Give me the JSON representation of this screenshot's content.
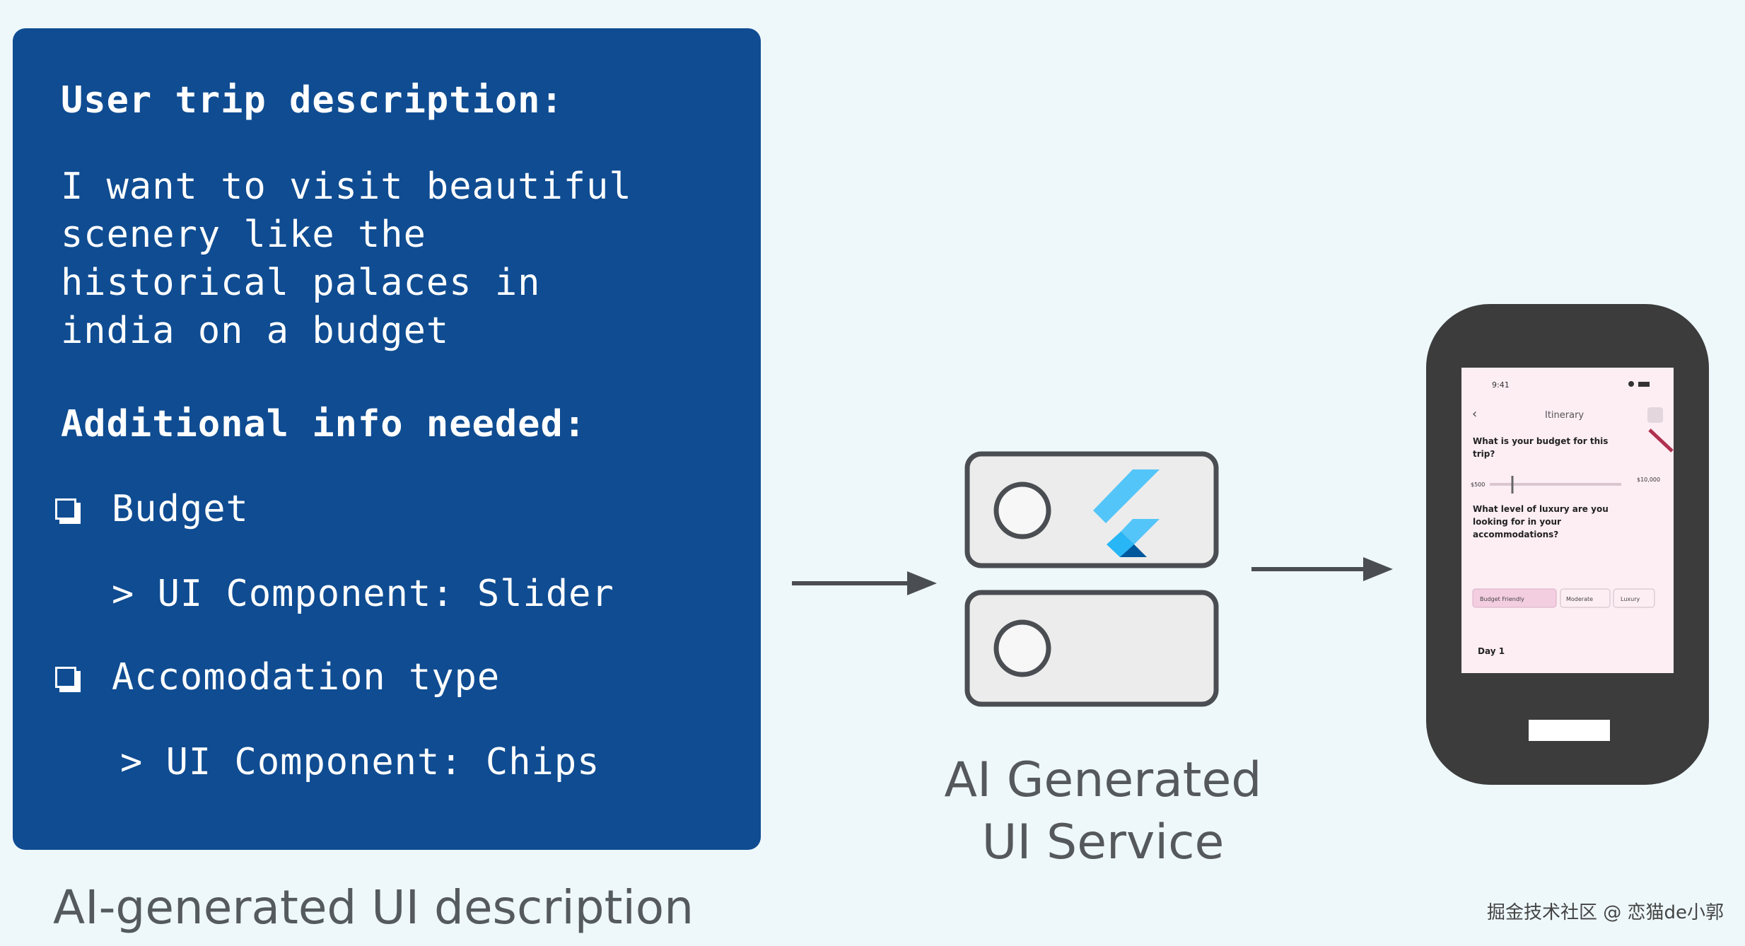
{
  "panel": {
    "heading1": "User trip description:",
    "description": "I want to visit beautiful\nscenery like the\nhistorical palaces in\nindia on a budget",
    "heading2": "Additional info needed:",
    "items": [
      {
        "label": "Budget",
        "component": "> UI Component: Slider"
      },
      {
        "label": "Accomodation type",
        "component": "> UI Component: Chips"
      }
    ]
  },
  "caption": "AI-generated UI description",
  "service": {
    "line1": "AI Generated",
    "line2": "UI Service"
  },
  "phone": {
    "time": "9:41",
    "title": "Itinerary",
    "q1": "What is your budget for this trip?",
    "slider_min": "$500",
    "slider_max": "$10,000",
    "q2": "What level of luxury are you looking for in your accommodations?",
    "chips": [
      "Budget Friendly",
      "Moderate",
      "Luxury"
    ],
    "day": "Day 1"
  },
  "watermark": "掘金技术社区 @ 恋猫de小郭",
  "colors": {
    "panel_bg": "#0f4c92",
    "page_bg": "#eef8fb",
    "phone_body": "#3c3c3c",
    "flutter_light": "#54c5f8",
    "flutter_dark": "#01579b"
  },
  "icons": [
    "server-icon",
    "flutter-logo-icon",
    "phone-icon",
    "arrow-right-icon"
  ]
}
